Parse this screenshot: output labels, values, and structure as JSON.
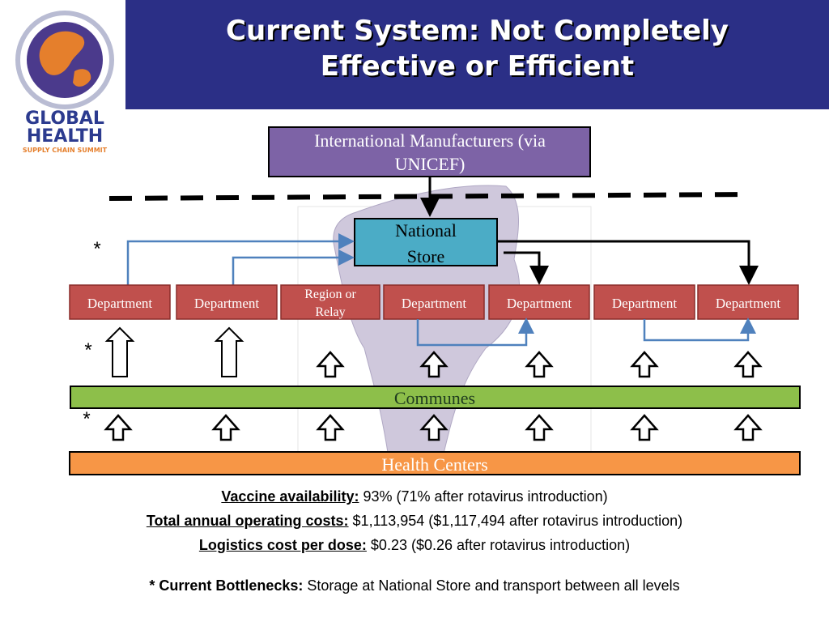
{
  "title": {
    "line1": "Current System: Not Completely",
    "line2": "Effective or Efficient"
  },
  "logo": {
    "line1": "GLOBAL",
    "line2": "HEALTH",
    "line3": "SUPPLY CHAIN SUMMIT",
    "icon": "globe-icon"
  },
  "diagram": {
    "manufacturers": {
      "line1": "International Manufacturers (via",
      "line2": "UNICEF)"
    },
    "national_store": {
      "line1": "National",
      "line2": "Store"
    },
    "departments": [
      "Department",
      "Department",
      "Department",
      "Department",
      "Department",
      "Department"
    ],
    "region": {
      "line1": "Region  or",
      "line2": "Relay"
    },
    "communes": "Communes",
    "health_centers": "Health Centers",
    "asterisk": "*"
  },
  "stats": [
    {
      "label": "Vaccine availability:",
      "value": " 93% (71% after rotavirus introduction)"
    },
    {
      "label": "Total annual operating costs:",
      "value": " $1,113,954 ($1,117,494 after rotavirus introduction)"
    },
    {
      "label": "Logistics cost per dose:",
      "value": " $0.23 ($0.26 after rotavirus introduction)"
    }
  ],
  "bottleneck": {
    "label": "* Current Bottlenecks:",
    "text": " Storage at National Store and transport between all levels"
  },
  "colors": {
    "header": "#2b2f86",
    "manufacturers": "#7d63a6",
    "national_store": "#4bacc6",
    "department": "#c0504d",
    "communes": "#8dbf4a",
    "health_centers": "#f79646",
    "flow_arrow": "#4f81bd"
  }
}
